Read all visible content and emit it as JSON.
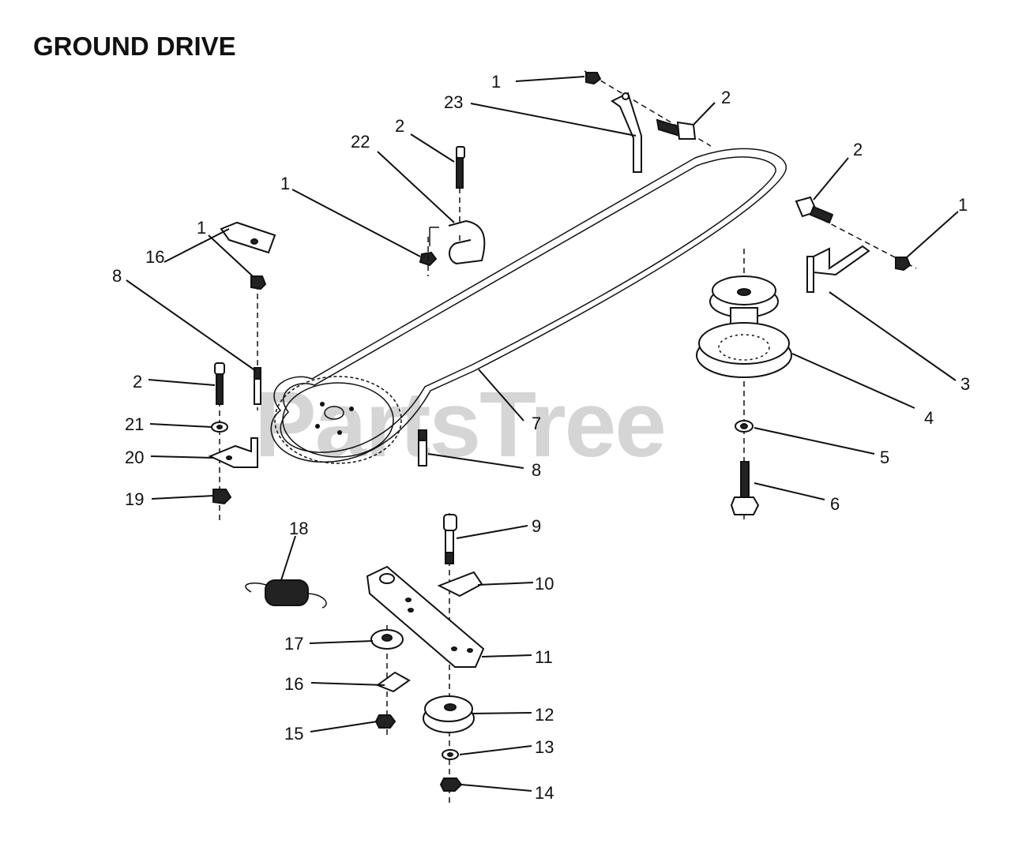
{
  "title": "GROUND DRIVE",
  "watermark": "PartsTree",
  "callouts": [
    {
      "id": "c-1a",
      "label": "1"
    },
    {
      "id": "c-23",
      "label": "23"
    },
    {
      "id": "c-2a",
      "label": "2"
    },
    {
      "id": "c-2b",
      "label": "2"
    },
    {
      "id": "c-22",
      "label": "22"
    },
    {
      "id": "c-1b",
      "label": "1"
    },
    {
      "id": "c-2c",
      "label": "2"
    },
    {
      "id": "c-1c",
      "label": "1"
    },
    {
      "id": "c-1d",
      "label": "1"
    },
    {
      "id": "c-16a",
      "label": "16"
    },
    {
      "id": "c-8a",
      "label": "8"
    },
    {
      "id": "c-2d",
      "label": "2"
    },
    {
      "id": "c-21",
      "label": "21"
    },
    {
      "id": "c-20",
      "label": "20"
    },
    {
      "id": "c-19",
      "label": "19"
    },
    {
      "id": "c-7",
      "label": "7"
    },
    {
      "id": "c-8b",
      "label": "8"
    },
    {
      "id": "c-3",
      "label": "3"
    },
    {
      "id": "c-4",
      "label": "4"
    },
    {
      "id": "c-5",
      "label": "5"
    },
    {
      "id": "c-6",
      "label": "6"
    },
    {
      "id": "c-18",
      "label": "18"
    },
    {
      "id": "c-9",
      "label": "9"
    },
    {
      "id": "c-10",
      "label": "10"
    },
    {
      "id": "c-17",
      "label": "17"
    },
    {
      "id": "c-11",
      "label": "11"
    },
    {
      "id": "c-16b",
      "label": "16"
    },
    {
      "id": "c-12",
      "label": "12"
    },
    {
      "id": "c-15",
      "label": "15"
    },
    {
      "id": "c-13",
      "label": "13"
    },
    {
      "id": "c-14",
      "label": "14"
    }
  ]
}
